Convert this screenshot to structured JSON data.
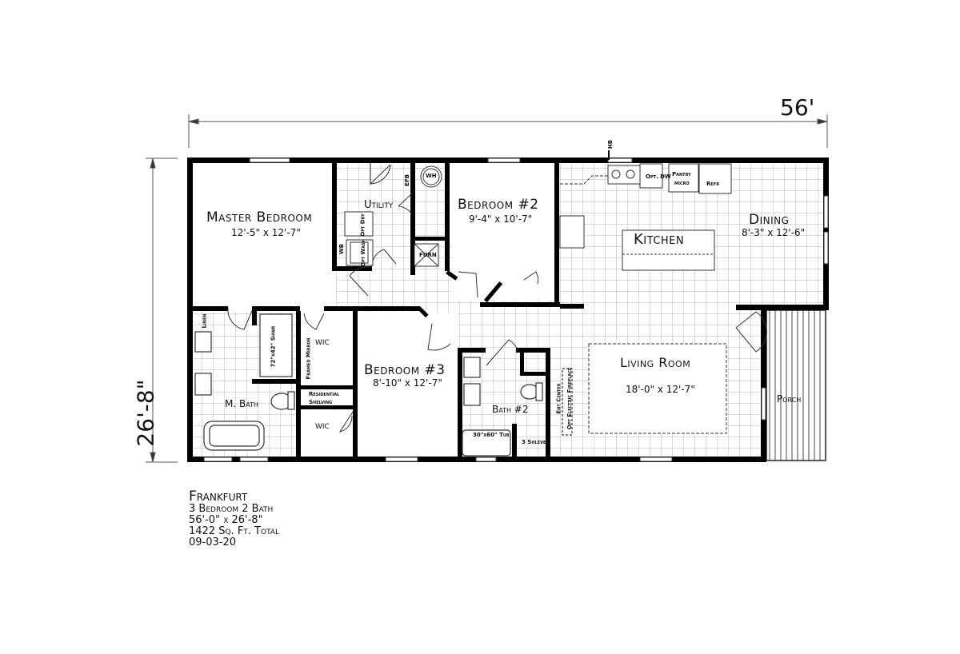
{
  "dimensions": {
    "width_label": "56'",
    "depth_label": "26'-8\""
  },
  "rooms": {
    "master_bedroom": {
      "name": "Master Bedroom",
      "size": "12'-5\" x 12'-7\""
    },
    "utility": {
      "name": "Utility"
    },
    "bedroom2": {
      "name": "Bedroom #2",
      "size": "9'-4\" x 10'-7\""
    },
    "kitchen": {
      "name": "Kitchen"
    },
    "dining": {
      "name": "Dining",
      "size": "8'-3\" x 12'-6\""
    },
    "m_bath": {
      "name": "M. Bath"
    },
    "bedroom3": {
      "name": "Bedroom #3",
      "size": "8'-10\" x 12'-7\""
    },
    "bath2": {
      "name": "Bath #2"
    },
    "living_room": {
      "name": "Living Room",
      "size": "18'-0\" x 12'-7\""
    },
    "porch": {
      "name": "Porch"
    }
  },
  "fixtures": {
    "wh": "WH",
    "furn": "FURN",
    "fireplace_box": "EFB",
    "opt_dry": "Opt Dry",
    "opt_wash": "Opt Wash",
    "wb": "WB",
    "opt_dw": "Opt. DW",
    "pantry": "Pantry",
    "micro": "micro",
    "refr": "Refr",
    "hb": "HB",
    "linen": "Linen",
    "shower": "72\"x42\" Shwr",
    "framed_mirror": "Framed Mirror",
    "wic1": "WIC",
    "wic2": "WIC",
    "residential_shelving_1": "Residential",
    "residential_shelving_2": "Shelving",
    "tub": "30\"x60\" Tub",
    "shelves": "3 Shleves",
    "ent_center": "Ent Center",
    "opt_fireplace": "Opt Electric Fireplace"
  },
  "info": {
    "model": "Frankfurt",
    "beds_baths": "3 Bedroom  2 Bath",
    "size": "56'-0\" x 26'-8\"",
    "sqft": "1422 Sq. Ft. Total",
    "date": "09-03-20"
  }
}
